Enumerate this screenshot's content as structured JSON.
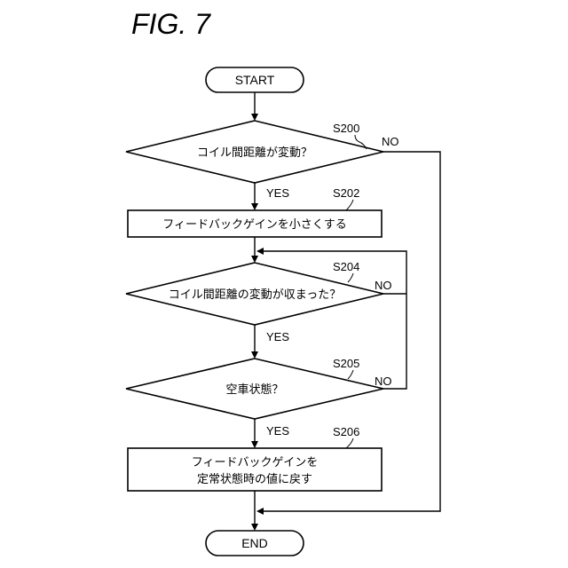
{
  "figure_title": "FIG. 7",
  "start_label": "START",
  "end_label": "END",
  "decision_s200": {
    "step": "S200",
    "text": "コイル間距離が変動？",
    "yes": "YES",
    "no": "NO"
  },
  "process_s202": {
    "step": "S202",
    "text": "フィードバックゲインを小さくする"
  },
  "decision_s204": {
    "step": "S204",
    "text": "コイル間距離の変動が収まった？",
    "yes": "YES",
    "no": "NO"
  },
  "decision_s205": {
    "step": "S205",
    "text": "空車状態？",
    "yes": "YES",
    "no": "NO"
  },
  "process_s206": {
    "step": "S206",
    "line1": "フィードバックゲインを",
    "line2": "定常状態時の値に戻す"
  }
}
